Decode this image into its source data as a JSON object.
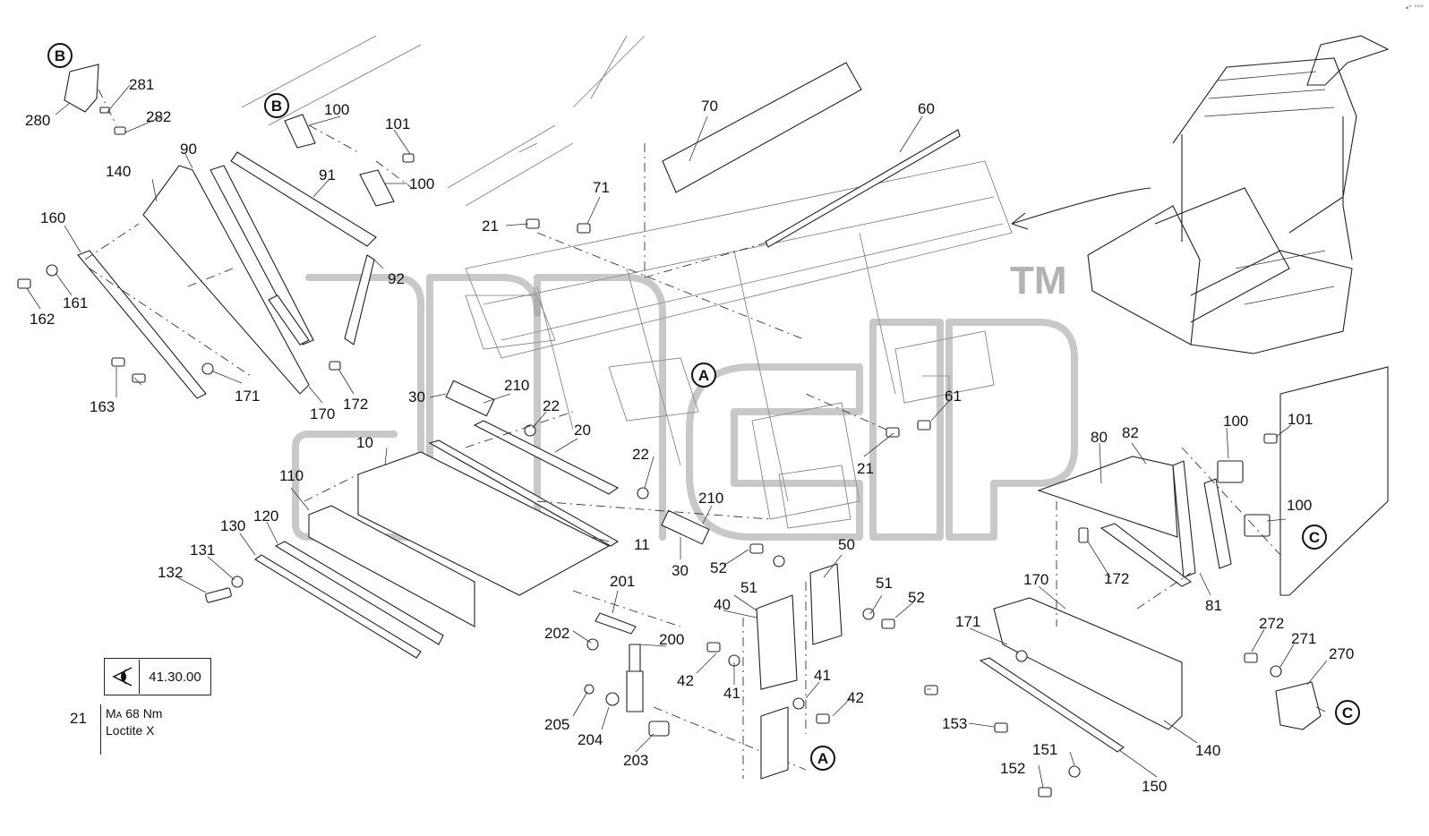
{
  "watermark": {
    "text": "TM"
  },
  "corner_mark": "•° °°°",
  "callouts": {
    "c10": "10",
    "c11": "11",
    "c20": "20",
    "c21a": "21",
    "c21b": "21",
    "c22a": "22",
    "c22b": "22",
    "c30a": "30",
    "c30b": "30",
    "c40": "40",
    "c41a": "41",
    "c41b": "41",
    "c42a": "42",
    "c42b": "42",
    "c50": "50",
    "c51a": "51",
    "c51b": "51",
    "c52a": "52",
    "c52b": "52",
    "c60": "60",
    "c61": "61",
    "c70": "70",
    "c71": "71",
    "c80": "80",
    "c81": "81",
    "c82": "82",
    "c90": "90",
    "c91": "91",
    "c92": "92",
    "c100a": "100",
    "c100b": "100",
    "c100c": "100",
    "c100d": "100",
    "c101a": "101",
    "c101b": "101",
    "c110": "110",
    "c120": "120",
    "c130": "130",
    "c131": "131",
    "c132": "132",
    "c140a": "140",
    "c140b": "140",
    "c150": "150",
    "c151": "151",
    "c152": "152",
    "c153": "153",
    "c160": "160",
    "c161": "161",
    "c162": "162",
    "c163": "163",
    "c170a": "170",
    "c170b": "170",
    "c171a": "171",
    "c171b": "171",
    "c172a": "172",
    "c172b": "172",
    "c200": "200",
    "c201": "201",
    "c202": "202",
    "c203": "203",
    "c204": "204",
    "c205": "205",
    "c210a": "210",
    "c210b": "210",
    "c270": "270",
    "c271": "271",
    "c272": "272",
    "c280": "280",
    "c281": "281",
    "c282": "282"
  },
  "references": {
    "A1": "A",
    "A2": "A",
    "B1": "B",
    "B2": "B",
    "C1": "C",
    "C2": "C"
  },
  "note": {
    "reference": "41.30.00",
    "item": "21",
    "torque_symbol": "M",
    "torque_sub": "A",
    "torque_value": "68 Nm",
    "compound": "Loctite X"
  },
  "colors": {
    "line": "#222222",
    "watermark": "#9a9a9a",
    "background": "#ffffff"
  },
  "icons": {
    "view_marker": "eye-icon",
    "arrow": "curved-arrow-icon"
  }
}
